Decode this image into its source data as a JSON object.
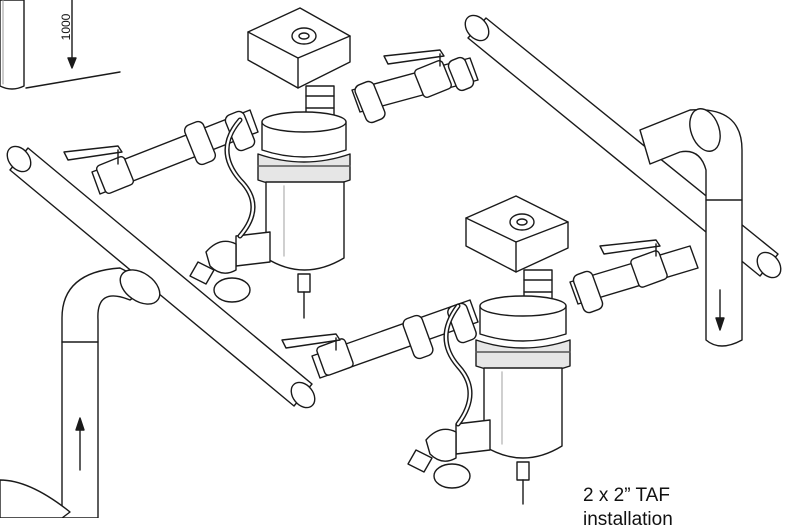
{
  "dimension": {
    "value": "1000"
  },
  "caption": {
    "line1": "2 x 2” TAF",
    "line2": "installation"
  },
  "components": {
    "filters": [
      "filter-unit-1",
      "filter-unit-2"
    ],
    "icons": [
      "filter-unit-icon",
      "ball-valve-icon",
      "pipe-union-icon",
      "flow-arrow-icon",
      "drain-valve-icon"
    ]
  },
  "colors": {
    "line": "#1a1a1a",
    "fill": "#ffffff",
    "shade": "#e6e6e6"
  }
}
